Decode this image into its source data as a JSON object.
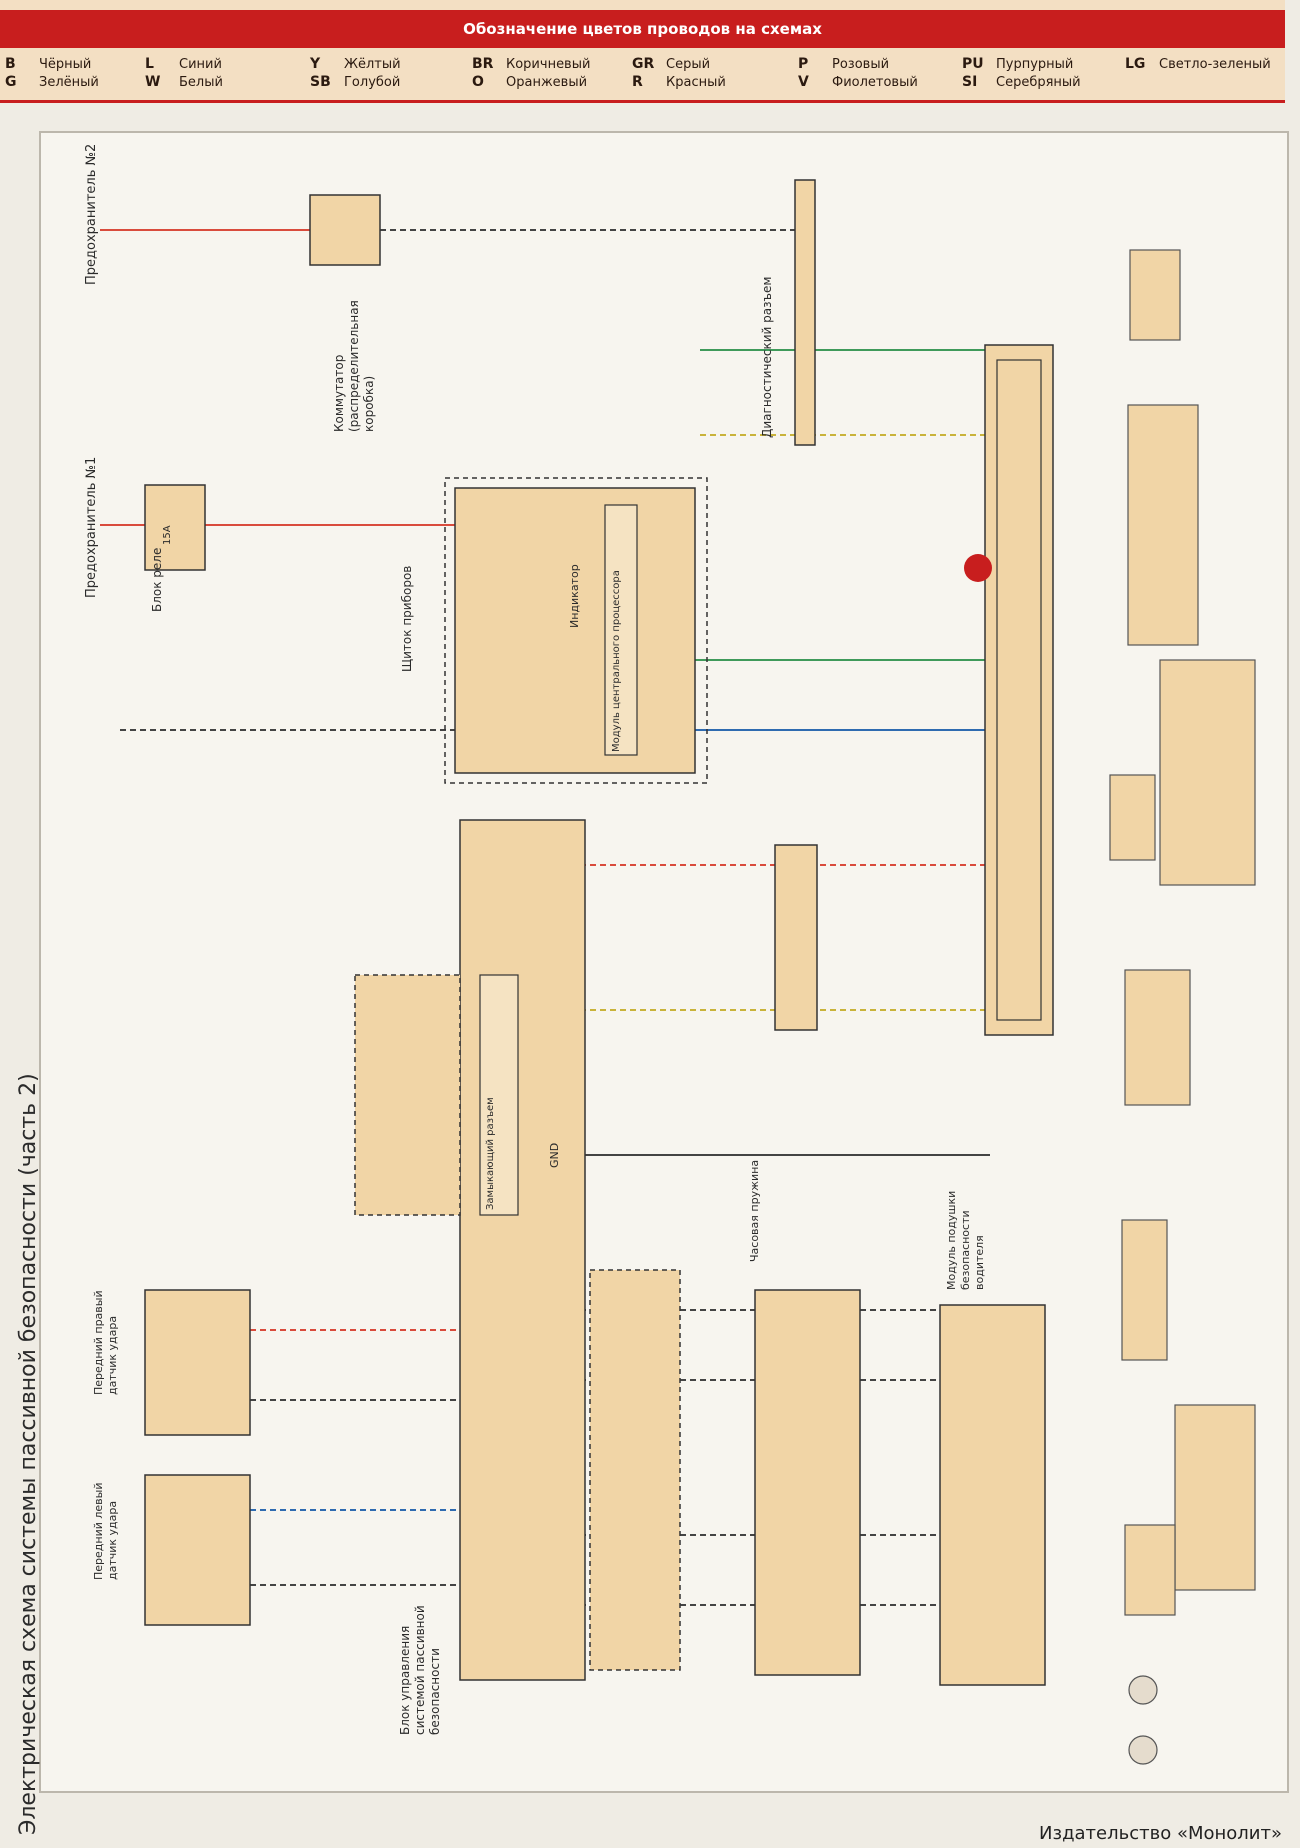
{
  "header": {
    "title": "Обозначение цветов проводов на схемах"
  },
  "legend": [
    {
      "code": "B",
      "name": "Чёрный"
    },
    {
      "code": "G",
      "name": "Зелёный"
    },
    {
      "code": "L",
      "name": "Синий"
    },
    {
      "code": "W",
      "name": "Белый"
    },
    {
      "code": "Y",
      "name": "Жёлтый"
    },
    {
      "code": "SB",
      "name": "Голубой"
    },
    {
      "code": "BR",
      "name": "Коричневый"
    },
    {
      "code": "O",
      "name": "Оранжевый"
    },
    {
      "code": "GR",
      "name": "Серый"
    },
    {
      "code": "R",
      "name": "Красный"
    },
    {
      "code": "P",
      "name": "Розовый"
    },
    {
      "code": "V",
      "name": "Фиолетовый"
    },
    {
      "code": "PU",
      "name": "Пурпурный"
    },
    {
      "code": "SI",
      "name": "Серебряный"
    },
    {
      "code": "LG",
      "name": "Светло-зеленый"
    }
  ],
  "diagram": {
    "title": "Электрическая схема системы пассивной безопасности (часть 2)",
    "labels": {
      "fuse1": "Предохранитель №1",
      "fuse2": "Предохранитель №2",
      "fuse_block": "Блок реле",
      "switch_box": "Коммутатор (распределительная коробка)",
      "diag_connector": "Диагностический разъем",
      "instrument_panel": "Щиток приборов",
      "indicator": "Индикатор",
      "cpu_module": "Модуль центрального процессора",
      "airbag_ecu": "Блок управления системой пассивной безопасности",
      "shorting_connector": "Замыкающий разъем",
      "clock_spring": "Часовая пружина",
      "airbag_module": "Модуль подушки безопасности водителя",
      "front_left_sensor": "Передний левый датчик удара",
      "front_right_sensor": "Передний правый датчик удара",
      "gnd": "GND",
      "fuse_rating": "15A"
    }
  },
  "footer": {
    "publisher": "Издательство «Монолит»"
  },
  "colors": {
    "red_wire": "#d94b3c",
    "blue_wire": "#2f6bb0",
    "green_wire": "#3f9a5a",
    "yellow_wire": "#c9b33a",
    "block_fill": "#f1d5a6",
    "header_red": "#c81e1e"
  }
}
